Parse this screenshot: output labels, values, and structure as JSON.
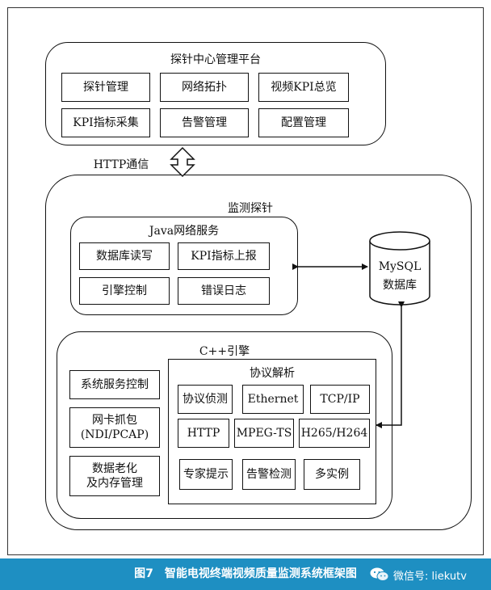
{
  "platform": {
    "title": "探针中心管理平台",
    "modules": [
      "探针管理",
      "网络拓扑",
      "视频KPI总览",
      "KPI指标采集",
      "告警管理",
      "配置管理"
    ]
  },
  "http_label": "HTTP通信",
  "probe": {
    "title": "监测探针",
    "java": {
      "title": "Java网络服务",
      "modules": [
        "数据库读写",
        "KPI指标上报",
        "引擎控制",
        "错误日志"
      ]
    },
    "database": {
      "line1": "MySQL",
      "line2": "数据库"
    },
    "engine": {
      "title": "C++引擎",
      "left_modules": [
        {
          "line1": "系统服务控制",
          "line2": ""
        },
        {
          "line1": "网卡抓包",
          "line2": "(NDI/PCAP)"
        },
        {
          "line1": "数据老化",
          "line2": "及内存管理"
        }
      ],
      "protocol": {
        "title": "协议解析",
        "modules": [
          "协议侦测",
          "Ethernet",
          "TCP/IP",
          "HTTP",
          "MPEG-TS",
          "H265/H264",
          "专家提示",
          "告警检测",
          "多实例"
        ]
      }
    }
  },
  "caption": "图7　智能电视终端视频质量监测系统框架图",
  "watermark": "微信号: liekutv",
  "colors": {
    "banner": "#1e8fc2",
    "line": "#111111"
  }
}
